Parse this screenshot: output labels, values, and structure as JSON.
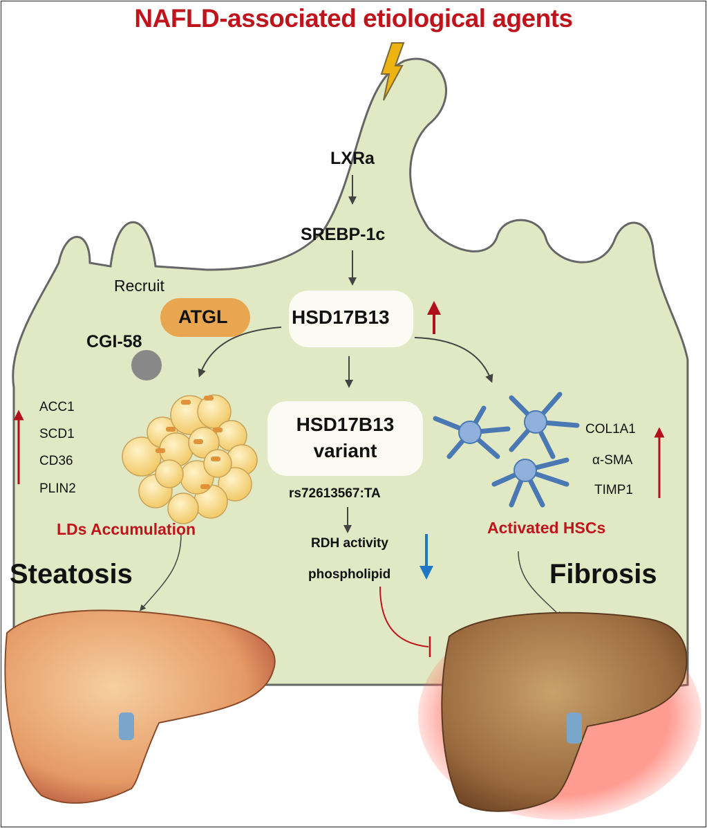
{
  "title": "NAFLD-associated etiological agents",
  "pathway": {
    "lxra": "LXRa",
    "srebp": "SREBP-1c",
    "hsd": "HSD17B13",
    "variant_line1": "HSD17B13",
    "variant_line2": "variant",
    "snp": "rs72613567:TA",
    "rdh": "RDH activity",
    "phospholipid": "phospholipid"
  },
  "left": {
    "recruit": "Recruit",
    "atgl": "ATGL",
    "cgi": "CGI-58",
    "genes": [
      "ACC1",
      "SCD1",
      "CD36",
      "PLIN2"
    ],
    "label": "LDs Accumulation",
    "outcome": "Steatosis"
  },
  "right": {
    "genes": [
      "COL1A1",
      "α-SMA",
      "TIMP1"
    ],
    "label": "Activated HSCs",
    "outcome": "Fibrosis"
  },
  "colors": {
    "red": "#c0141c",
    "blue": "#1f77c8",
    "cell": "#e1e8c4",
    "atgl": "#e9a650"
  }
}
